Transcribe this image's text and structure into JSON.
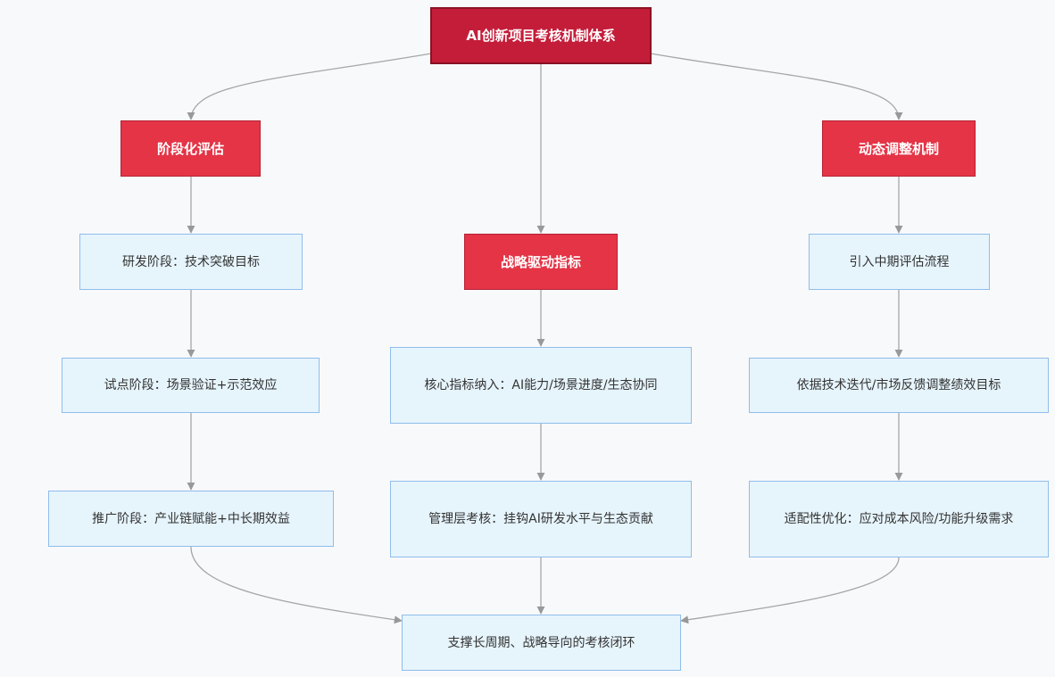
{
  "diagram": {
    "root": "AI创新项目考核机制体系",
    "branches": {
      "phase": {
        "title": "阶段化评估",
        "steps": [
          "研发阶段：技术突破目标",
          "试点阶段：场景验证+示范效应",
          "推广阶段：产业链赋能+中长期效益"
        ]
      },
      "strategy": {
        "title": "战略驱动指标",
        "steps": [
          "核心指标纳入：AI能力/场景进度/生态协同",
          "管理层考核：挂钩AI研发水平与生态贡献"
        ]
      },
      "dynamic": {
        "title": "动态调整机制",
        "steps": [
          "引入中期评估流程",
          "依据技术迭代/市场反馈调整绩效目标",
          "适配性优化：应对成本风险/功能升级需求"
        ]
      }
    },
    "outcome": "支撑长周期、战略导向的考核闭环"
  }
}
